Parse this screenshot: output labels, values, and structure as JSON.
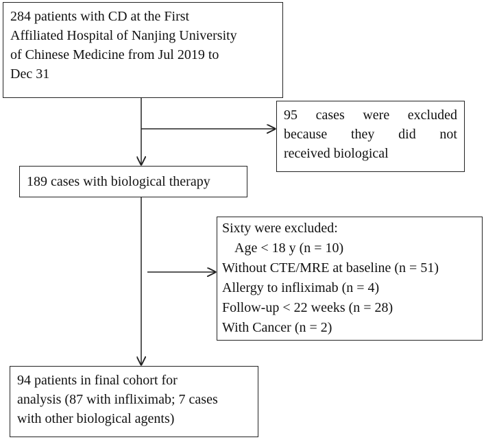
{
  "diagram": {
    "boxes": [
      {
        "id": "box1",
        "lines": [
          "284 patients with CD at the First",
          "Affiliated Hospital of Nanjing University",
          "of Chinese Medicine from Jul 2019 to",
          "Dec 31"
        ]
      },
      {
        "id": "box2",
        "lines": [
          "95 cases were excluded",
          "because they did not",
          "received biological"
        ]
      },
      {
        "id": "box3",
        "lines": [
          "189 cases with biological therapy"
        ]
      },
      {
        "id": "box4",
        "lines": [
          "Sixty were excluded:",
          "Age < 18 y (n = 10)",
          "Without CTE/MRE at baseline (n = 51)",
          "Allergy to infliximab (n = 4)",
          "Follow-up < 22 weeks (n = 28)",
          "With Cancer (n = 2)"
        ]
      },
      {
        "id": "box5",
        "lines": [
          "94 patients in final cohort for",
          "analysis (87 with infliximab; 7 cases",
          "with other biological agents)"
        ]
      }
    ]
  }
}
